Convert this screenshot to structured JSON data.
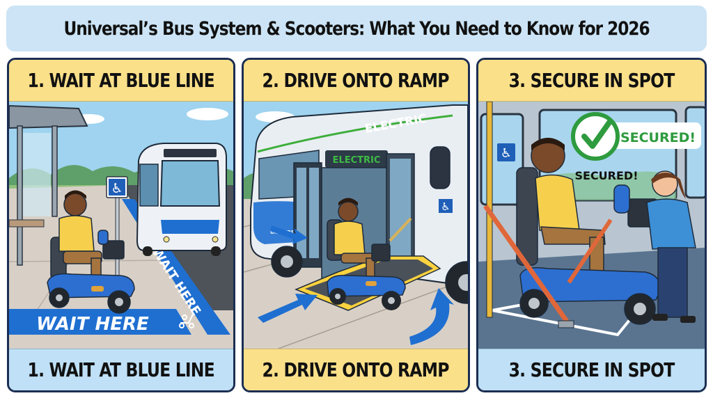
{
  "header": {
    "title": "Universal’s Bus System & Scooters: What You Need to Know for 2026"
  },
  "panels": [
    {
      "step": 1,
      "top_label": "1. WAIT AT BLUE LINE",
      "bottom_label": "1. WAIT AT BLUE LINE",
      "bottom_bar_color": "#bfe0f6",
      "scene": {
        "description": "Rider on mobility scooter waiting at bus shelter beside blue painted line; accessibility sign; bus approaching",
        "ground_text_vertical": "WAIT HERE",
        "ground_text_horizontal": "WAIT HERE",
        "icons": [
          "accessibility-sign-icon",
          "scooter-icon"
        ]
      }
    },
    {
      "step": 2,
      "top_label": "2. DRIVE ONTO RAMP",
      "bottom_label": "2. DRIVE ONTO RAMP",
      "bottom_bar_color": "#fbe08a",
      "scene": {
        "description": "Rider driving scooter up deployed yellow-edged ramp into electric bus; blue directional arrows on pavement",
        "bus_text_roof": "ELECTRIC",
        "bus_text_sign": "ELECTRIC",
        "bus_logo": "UNIVERSAL",
        "icons": [
          "accessibility-sign-icon",
          "arrow-icon"
        ]
      }
    },
    {
      "step": 3,
      "top_label": "3. SECURE IN SPOT",
      "bottom_label": "3. SECURE IN SPOT",
      "bottom_bar_color": "#bfe0f6",
      "scene": {
        "description": "Rider inside bus with scooter strapped down by orange tie-down belts in marked spot; driver assisting",
        "badge_text": "SECURED!",
        "caption_text": "SECURED!",
        "icons": [
          "checkmark-icon",
          "accessibility-sign-icon"
        ]
      }
    }
  ],
  "colors": {
    "header_bg": "#cce4f5",
    "label_yellow": "#fbe08a",
    "label_blue": "#bfe0f6",
    "panel_border": "#1b2e52",
    "line_blue": "#1f6fd1",
    "secured_green": "#2e9b3e",
    "strap_orange": "#e0673a"
  }
}
